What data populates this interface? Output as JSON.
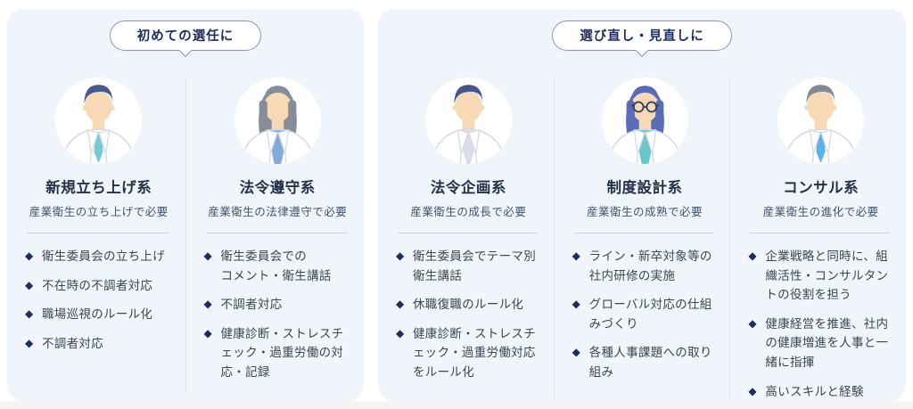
{
  "ui": {
    "bullet_marker": "◆"
  },
  "colors": {
    "panel_bg": "#f0f5fc",
    "pill_border": "#8494c2",
    "navy": "#1c2e5e",
    "title": "#243247",
    "subtitle": "#42536a",
    "text": "#3b4653",
    "divider": "#c6d1e0",
    "hr": "#ccd4dd",
    "strip": "#f4f4f5",
    "skin": "#f7d9b6",
    "coat_outline": "#d6dbe3",
    "glasses": "#2e3c60"
  },
  "panels": [
    {
      "badge": "初めての選任に",
      "columns": [
        {
          "title": "新規立ち上げ系",
          "subtitle": "産業衛生の立ち上げで必要",
          "avatar": {
            "label": "male-doctor-navy-hair-teal-tie",
            "type": "male",
            "hair": "#47598b",
            "inner": "tie",
            "innerColor": "#72cbd3",
            "glasses": false
          },
          "bullets": [
            "衛生委員会の立ち上げ",
            "不在時の不調者対応",
            "職場巡視のルール化",
            "不調者対応"
          ]
        },
        {
          "title": "法令遵守系",
          "subtitle": "産業衛生の法律遵守で必要",
          "avatar": {
            "label": "female-doctor-gray-hair-blue-blouse",
            "type": "female",
            "hair": "#858d96",
            "inner": "vneck",
            "innerColor": "#82aadb",
            "glasses": false
          },
          "bullets": [
            "衛生委員会での\nコメント・衛生講話",
            "不調者対応",
            "健康診断・ストレスチ\nェック・過重労働の対\n応・記録"
          ]
        }
      ]
    },
    {
      "badge": "選び直し・見直しに",
      "columns": [
        {
          "title": "法令企画系",
          "subtitle": "産業衛生の成長で必要",
          "avatar": {
            "label": "male-doctor-navy-hair-gray-shirt",
            "type": "male",
            "hair": "#43558a",
            "inner": "shirt",
            "innerColor": "#d8dee8",
            "glasses": false
          },
          "bullets": [
            "衛生委員会でテーマ別\n衛生講話",
            "休職復職のルール化",
            "健康診断・ストレスチ\nェック・過重労働対応\nをルール化"
          ]
        },
        {
          "title": "制度設計系",
          "subtitle": "産業衛生の成熟で必要",
          "avatar": {
            "label": "female-doctor-blue-hair-glasses-teal-blouse",
            "type": "female",
            "hair": "#5a6cb7",
            "inner": "vneck",
            "innerColor": "#69c6cb",
            "glasses": true
          },
          "bullets": [
            "ライン・新卒対象等の\n社内研修の実施",
            "グローバル対応の仕組\nみづくり",
            "各種人事課題への取り\n組み"
          ]
        },
        {
          "title": "コンサル系",
          "subtitle": "産業衛生の進化で必要",
          "avatar": {
            "label": "male-doctor-gray-hair-blue-tie",
            "type": "male",
            "hair": "#828b93",
            "inner": "tie",
            "innerColor": "#5cb3e9",
            "glasses": false
          },
          "bullets": [
            "企業戦略と同時に、組\n織活性・コンサルタン\nトの役割を担う",
            "健康経営を推進、社内\nの健康増進を人事と一\n緒に指揮",
            "高いスキルと経験"
          ]
        }
      ]
    }
  ]
}
